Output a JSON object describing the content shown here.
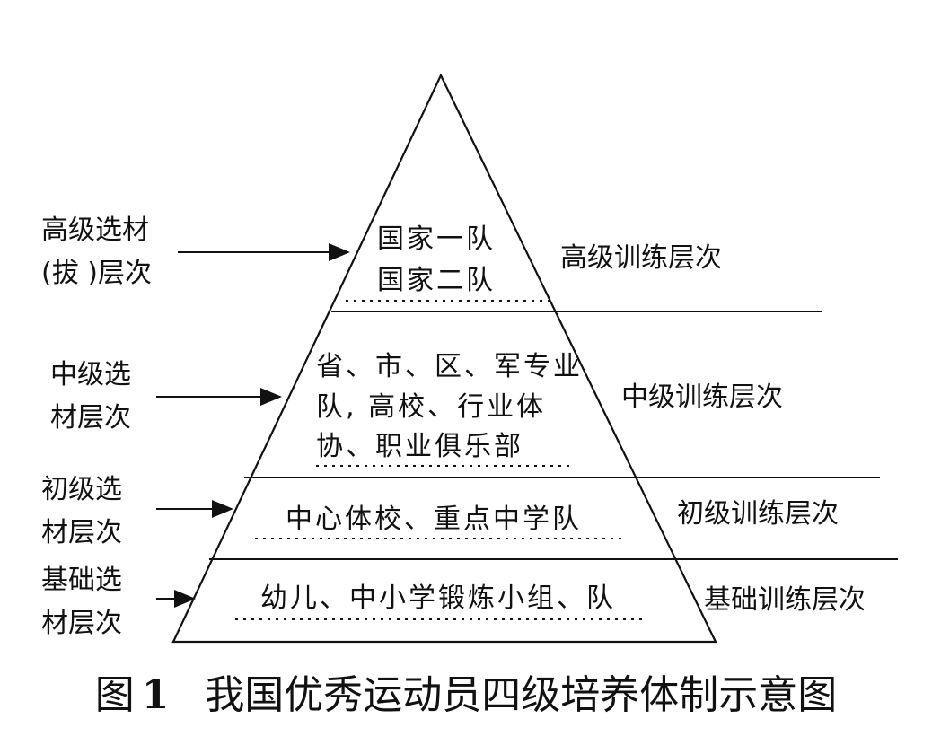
{
  "left_labels": {
    "advanced": [
      "高级选材",
      "(拔 )层次"
    ],
    "intermediate": [
      "中级选",
      "材层次"
    ],
    "junior": [
      "初级选",
      "材层次"
    ],
    "basic": [
      "基础选",
      "材层次"
    ]
  },
  "tiers": {
    "top": [
      "国家一队",
      "国家二队"
    ],
    "second": [
      "省、市、区、军专业",
      "队, 高校、行业体",
      "协、职业俱乐部"
    ],
    "third": [
      "中心体校、重点中学队"
    ],
    "bottom": [
      "幼儿、中小学锻炼小组、队"
    ]
  },
  "right_labels": {
    "advanced": "高级训练层次",
    "intermediate": "中级训练层次",
    "junior": "初级训练层次",
    "basic": "基础训练层次"
  },
  "caption": {
    "prefix": "图",
    "number": "1",
    "text": "我国优秀运动员四级培养体制示意图"
  }
}
